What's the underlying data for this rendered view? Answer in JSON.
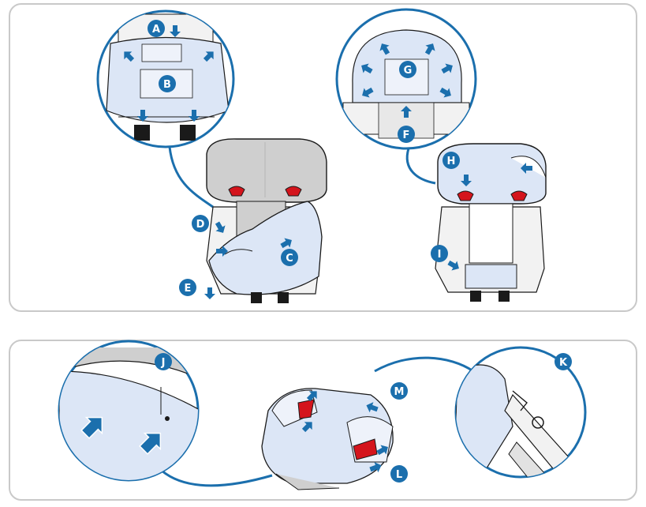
{
  "colors": {
    "accent": "#1b6fad",
    "cover": "#dce6f6",
    "shell": "#f2f2f2",
    "headrest_grey": "#cfcfcf",
    "latch_red": "#d4141c",
    "outline": "#1a1a1a",
    "frame": "#c9c9c9"
  },
  "markers": [
    {
      "id": "A",
      "label": "A"
    },
    {
      "id": "B",
      "label": "B"
    },
    {
      "id": "C",
      "label": "C"
    },
    {
      "id": "D",
      "label": "D"
    },
    {
      "id": "E",
      "label": "E"
    },
    {
      "id": "F",
      "label": "F"
    },
    {
      "id": "G",
      "label": "G"
    },
    {
      "id": "H",
      "label": "H"
    },
    {
      "id": "I",
      "label": "I"
    },
    {
      "id": "J",
      "label": "J"
    },
    {
      "id": "K",
      "label": "K"
    },
    {
      "id": "L",
      "label": "L"
    },
    {
      "id": "M",
      "label": "M"
    }
  ],
  "icons": {
    "arrow": "blue-arrow-icon",
    "badge": "letter-badge-icon"
  }
}
